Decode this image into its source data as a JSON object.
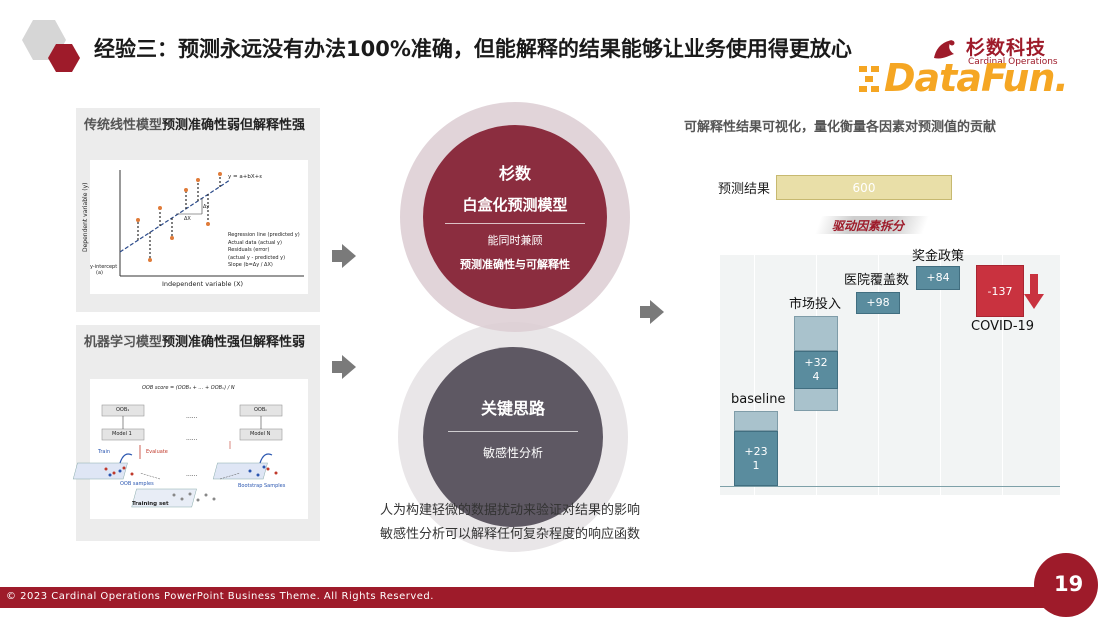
{
  "header": {
    "title": "经验三：预测永远没有办法100%准确，但能解释的结果能够让业务使用得更放心",
    "logo_cn": "杉数科技",
    "logo_en": "Cardinal Operations",
    "brand_text": "DataFun."
  },
  "left": {
    "top_panel": {
      "head_plain": "传统线性模型",
      "head_bold": "预测准确性弱但解释性强",
      "figure": {
        "ylabel": "Dependent variable (y)",
        "xlabel": "Independent variable (X)",
        "equation": "y = a+bX+ε",
        "intercept": "y-intercept",
        "intercept_sub": "(a)",
        "dx": "ΔX",
        "dy": "Δy",
        "legend": [
          "Regression line (predicted y)",
          "Actual data (actual y)",
          "Residuals (error)",
          "(actual y - predicted y)",
          "Slope (b=Δy / ΔX)"
        ]
      }
    },
    "bottom_panel": {
      "head_plain": "机器学习模型",
      "head_bold": "预测准确性强但解释性弱",
      "figure": {
        "oob_formula": "OOB score = (OOB₁ + … + OOBₙ) / N",
        "oob1": "OOB₁",
        "oobn": "OOBₙ",
        "model1": "Model 1",
        "modeln": "Model N",
        "train": "Train",
        "evaluate": "Evaluate",
        "oob_samples": "OOB samples",
        "bootstrap": "Bootstrap Samples",
        "training_set": "Training set",
        "dots": "......"
      }
    }
  },
  "center": {
    "top_circle": {
      "line1": "杉数",
      "line2": "白盒化预测模型",
      "line3": "能同时兼顾",
      "line4": "预测准确性与可解释性"
    },
    "bottom_circle": {
      "line1": "关键思路",
      "line2": "敏感性分析"
    },
    "caption1": "人为构建轻微的数据扰动来验证对结果的影响",
    "caption2": "敏感性分析可以解释任何复杂程度的响应函数"
  },
  "right": {
    "note": "可解释性结果可视化，量化衡量各因素对预测值的贡献",
    "pred_label": "预测结果",
    "pred_value": "600",
    "driver_label": "驱动因素拆分",
    "waterfall": [
      {
        "label": "baseline",
        "value": "+23\n1"
      },
      {
        "label": "市场投入",
        "value": "+32\n4"
      },
      {
        "label": "医院覆盖数",
        "value": "+98"
      },
      {
        "label": "奖金政策",
        "value": "+84"
      },
      {
        "label": "COVID-19",
        "value": "-137"
      }
    ]
  },
  "footer": {
    "text": "© 2023 Cardinal Operations PowerPoint Business Theme. All Rights Reserved.",
    "page": "19"
  },
  "colors": {
    "brand_red": "#9e1b2a",
    "bar_dark": "#5a8c9e",
    "bar_light": "#a9c2cc",
    "bar_negative": "#c9323f",
    "prediction_bar": "#e9dfa8",
    "brand_orange": "#f5a623"
  }
}
